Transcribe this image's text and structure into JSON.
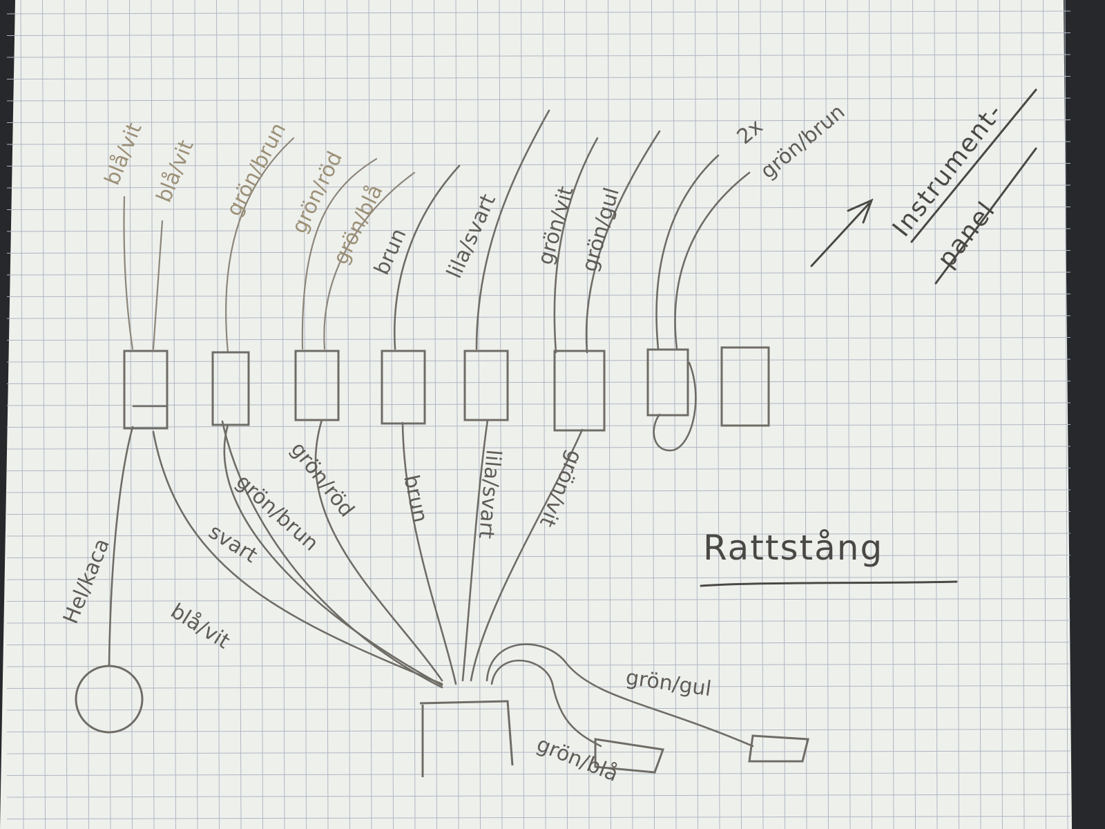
{
  "title": "Rattstång",
  "instrument_panel": [
    "Instrument-",
    "panel"
  ],
  "top_labels": [
    "blå/vit",
    "blå/vit",
    "grön/brun",
    "grön/röd",
    "grön/blå",
    "brun",
    "lila/svart",
    "grön/vit",
    "grön/gul",
    "2x",
    "grön/brun"
  ],
  "bottom_labels": [
    "Hel/kaca",
    "blå/vit",
    "svart",
    "grön/brun",
    "grön/röd",
    "brun",
    "lila/svart",
    "grön/vit",
    "grön/gul",
    "grön/blå"
  ],
  "colors": {
    "paper": "#eef0ec",
    "grid": "#aeb6c2",
    "pencil": "#6f6c66",
    "graphite_top": "#9c9077"
  }
}
